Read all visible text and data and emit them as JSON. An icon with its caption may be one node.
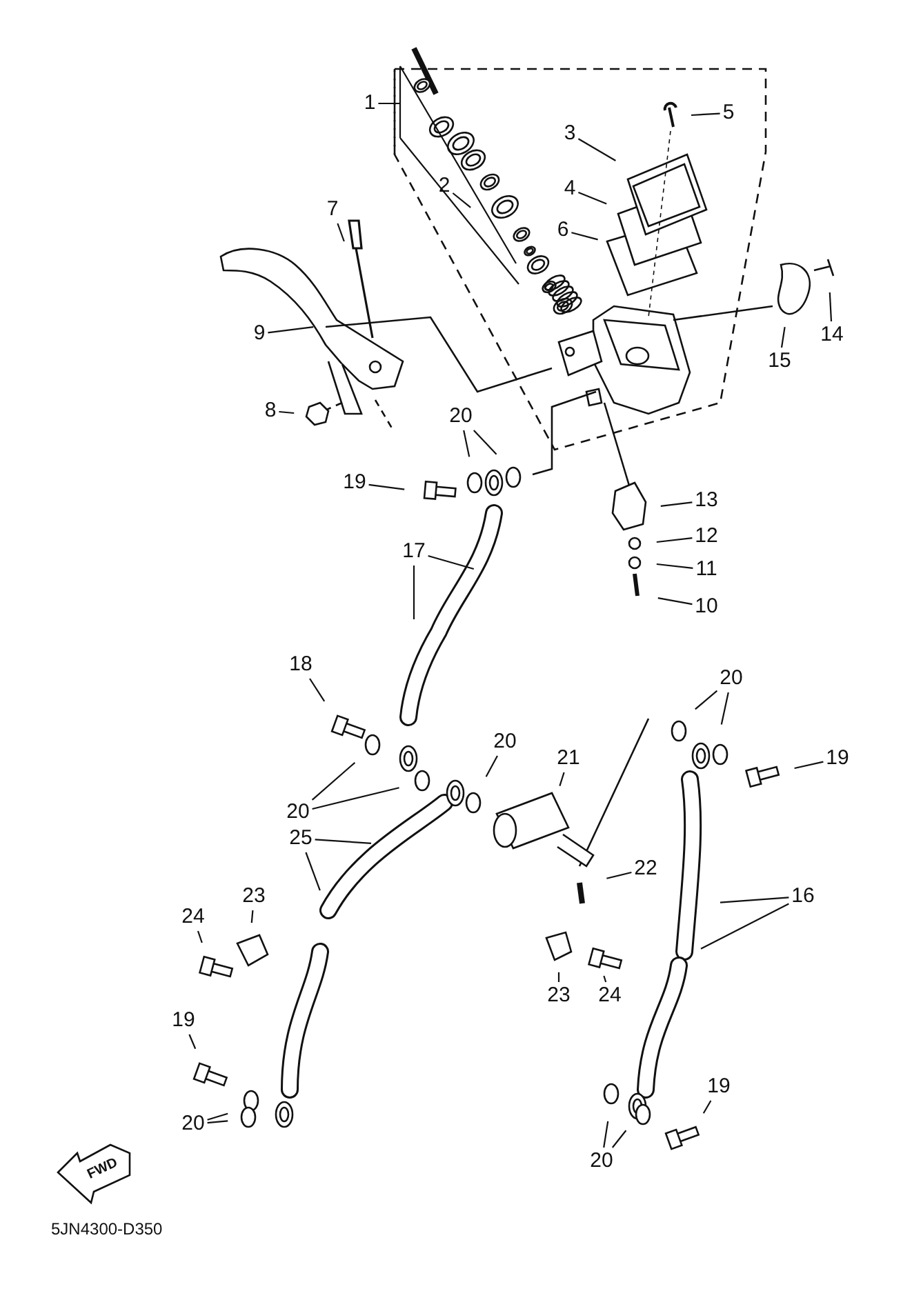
{
  "diagram": {
    "nodes": [
      {
        "text": [
          "1"
        ]
      },
      {
        "text": [
          "5"
        ]
      },
      {
        "text": [
          "3"
        ]
      },
      {
        "text": [
          "2"
        ]
      },
      {
        "text": [
          "4"
        ]
      },
      {
        "text": [
          "7"
        ]
      },
      {
        "text": [
          "6"
        ]
      },
      {
        "text": [
          "9"
        ]
      },
      {
        "text": [
          "14"
        ]
      },
      {
        "text": [
          "15"
        ]
      },
      {
        "text": [
          "8"
        ]
      },
      {
        "text": [
          "20"
        ]
      },
      {
        "text": [
          "19"
        ]
      },
      {
        "text": [
          "13"
        ]
      },
      {
        "text": [
          "12"
        ]
      },
      {
        "text": [
          "17"
        ]
      },
      {
        "text": [
          "11"
        ]
      },
      {
        "text": [
          "10"
        ]
      },
      {
        "text": [
          "18"
        ]
      },
      {
        "text": [
          "20"
        ]
      },
      {
        "text": [
          "20"
        ]
      },
      {
        "text": [
          "21"
        ]
      },
      {
        "text": [
          "19"
        ]
      },
      {
        "text": [
          "20"
        ]
      },
      {
        "text": [
          "25"
        ]
      },
      {
        "text": [
          "22"
        ]
      },
      {
        "text": [
          "23"
        ]
      },
      {
        "text": [
          "16"
        ]
      },
      {
        "text": [
          "24"
        ]
      },
      {
        "text": [
          "23"
        ]
      },
      {
        "text": [
          "24"
        ]
      },
      {
        "text": [
          "19"
        ]
      },
      {
        "text": [
          "19"
        ]
      },
      {
        "text": [
          "20"
        ]
      },
      {
        "text": [
          "20"
        ]
      }
    ],
    "edges": [
      {
        "from": 0,
        "to": null,
        "arrow": "none"
      },
      {
        "from": 1,
        "to": null,
        "arrow": "none"
      },
      {
        "from": 2,
        "to": null,
        "arrow": "none"
      },
      {
        "from": 3,
        "to": null,
        "arrow": "none"
      },
      {
        "from": 4,
        "to": null,
        "arrow": "none"
      },
      {
        "from": 5,
        "to": null,
        "arrow": "none"
      },
      {
        "from": 6,
        "to": null,
        "arrow": "none"
      },
      {
        "from": 7,
        "to": null,
        "arrow": "none"
      },
      {
        "from": 8,
        "to": null,
        "arrow": "none"
      },
      {
        "from": 9,
        "to": null,
        "arrow": "none"
      },
      {
        "from": 10,
        "to": null,
        "arrow": "none"
      },
      {
        "from": 11,
        "to": null,
        "arrow": "none"
      },
      {
        "from": 11,
        "to": null,
        "arrow": "none"
      },
      {
        "from": 12,
        "to": null,
        "arrow": "none"
      },
      {
        "from": 13,
        "to": null,
        "arrow": "none"
      },
      {
        "from": 14,
        "to": null,
        "arrow": "none"
      },
      {
        "from": 15,
        "to": null,
        "arrow": "none"
      },
      {
        "from": 15,
        "to": null,
        "arrow": "none"
      },
      {
        "from": 16,
        "to": null,
        "arrow": "none"
      },
      {
        "from": 17,
        "to": null,
        "arrow": "none"
      },
      {
        "from": 18,
        "to": null,
        "arrow": "none"
      },
      {
        "from": 19,
        "to": null,
        "arrow": "none"
      },
      {
        "from": 19,
        "to": null,
        "arrow": "none"
      },
      {
        "from": 20,
        "to": null,
        "arrow": "none"
      },
      {
        "from": 21,
        "to": null,
        "arrow": "none"
      },
      {
        "from": 22,
        "to": null,
        "arrow": "none"
      },
      {
        "from": 23,
        "to": null,
        "arrow": "none"
      },
      {
        "from": 23,
        "to": null,
        "arrow": "none"
      },
      {
        "from": 24,
        "to": null,
        "arrow": "none"
      },
      {
        "from": 24,
        "to": null,
        "arrow": "none"
      },
      {
        "from": 25,
        "to": null,
        "arrow": "none"
      },
      {
        "from": 26,
        "to": null,
        "arrow": "none"
      },
      {
        "from": 27,
        "to": null,
        "arrow": "none"
      },
      {
        "from": 27,
        "to": null,
        "arrow": "none"
      },
      {
        "from": 28,
        "to": null,
        "arrow": "none"
      },
      {
        "from": 29,
        "to": null,
        "arrow": "none"
      },
      {
        "from": 30,
        "to": null,
        "arrow": "none"
      },
      {
        "from": 31,
        "to": null,
        "arrow": "none"
      },
      {
        "from": 32,
        "to": null,
        "arrow": "none"
      },
      {
        "from": 33,
        "to": null,
        "arrow": "none"
      },
      {
        "from": 33,
        "to": null,
        "arrow": "none"
      },
      {
        "from": 34,
        "to": null,
        "arrow": "none"
      },
      {
        "from": 34,
        "to": null,
        "arrow": "none"
      }
    ],
    "labels": [
      "FWD",
      "5JN4300-D350"
    ]
  }
}
